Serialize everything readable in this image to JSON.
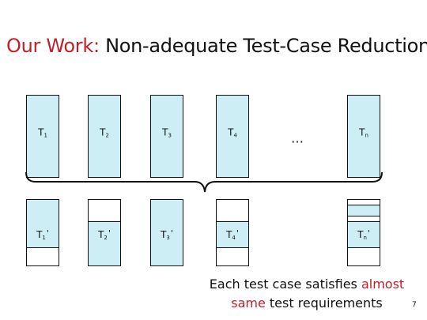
{
  "title": {
    "highlight": "Our Work:",
    "rest": " Non-adequate Test-Case Reduction"
  },
  "original_tests": [
    {
      "base": "T",
      "sub": "1"
    },
    {
      "base": "T",
      "sub": "2"
    },
    {
      "base": "T",
      "sub": "3"
    },
    {
      "base": "T",
      "sub": "4"
    },
    {
      "base": "T",
      "sub": "n"
    }
  ],
  "ellipsis": "…",
  "reduced_tests": [
    {
      "base": "T",
      "sub": "1",
      "prime": "'"
    },
    {
      "base": "T",
      "sub": "2",
      "prime": "'"
    },
    {
      "base": "T",
      "sub": "3",
      "prime": "'"
    },
    {
      "base": "T",
      "sub": "4",
      "prime": "'"
    },
    {
      "base": "T",
      "sub": "n",
      "prime": "'"
    }
  ],
  "caption": {
    "line1_prefix": "Each test case satisfies ",
    "line1_accent": "almost",
    "line2_accent": "same",
    "line2_suffix": " test requirements"
  },
  "page_number": "7",
  "colors": {
    "accent": "#c0202a",
    "box_fill": "#cdeef4",
    "text": "#111111"
  }
}
